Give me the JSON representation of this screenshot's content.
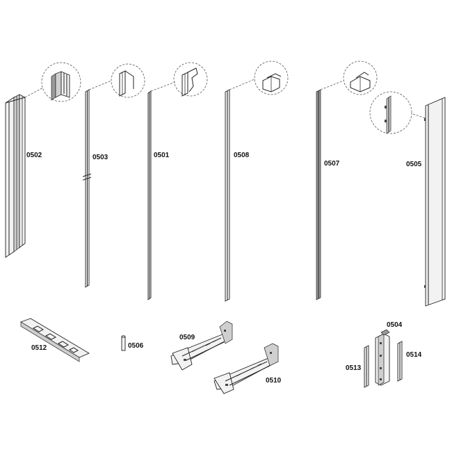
{
  "parts": {
    "p0502": "0502",
    "p0503": "0503",
    "p0501": "0501",
    "p0508": "0508",
    "p0507": "0507",
    "p0505": "0505",
    "p0512": "0512",
    "p0506": "0506",
    "p0509": "0509",
    "p0510": "0510",
    "p0504": "0504",
    "p0513": "0513",
    "p0514": "0514"
  }
}
